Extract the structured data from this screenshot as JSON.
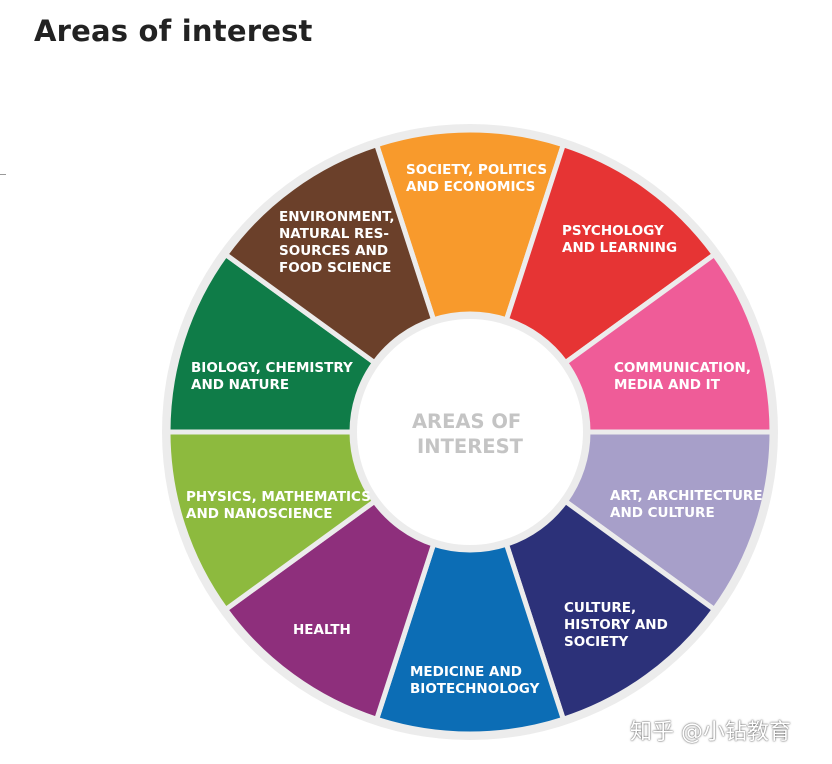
{
  "title": "Areas of interest",
  "center": {
    "lines": [
      "AREAS OF",
      "INTEREST"
    ]
  },
  "segments": [
    {
      "id": "society-politics-economics",
      "lines": [
        "SOCIETY, POLITICS",
        "AND ECONOMICS"
      ],
      "color": "#F89A2C"
    },
    {
      "id": "psychology-learning",
      "lines": [
        "PSYCHOLOGY",
        "AND LEARNING"
      ],
      "color": "#E63434"
    },
    {
      "id": "communication-media-it",
      "lines": [
        "COMMUNICATION,",
        "MEDIA AND IT"
      ],
      "color": "#EF5C98"
    },
    {
      "id": "art-architecture-culture",
      "lines": [
        "ART, ARCHITECTURE",
        "AND CULTURE"
      ],
      "color": "#A79FC9"
    },
    {
      "id": "culture-history-society",
      "lines": [
        "CULTURE,",
        "HISTORY AND",
        "SOCIETY"
      ],
      "color": "#2C3179"
    },
    {
      "id": "medicine-biotechnology",
      "lines": [
        "MEDICINE AND",
        "BIOTECHNOLOGY"
      ],
      "color": "#0C6DB5"
    },
    {
      "id": "health",
      "lines": [
        "HEALTH"
      ],
      "color": "#8E2F7C"
    },
    {
      "id": "physics-mathematics-nanoscience",
      "lines": [
        "PHYSICS, MATHEMATICS",
        "AND NANOSCIENCE"
      ],
      "color": "#8DBA3E"
    },
    {
      "id": "biology-chemistry-nature",
      "lines": [
        "BIOLOGY, CHEMISTRY",
        "AND NATURE"
      ],
      "color": "#0F7C48"
    },
    {
      "id": "environment-natural-resources-food-science",
      "lines": [
        "ENVIRONMENT,",
        "NATURAL RES-",
        "SOURCES AND",
        "FOOD SCIENCE"
      ],
      "color": "#6B402A"
    }
  ],
  "watermark": "知乎 @小钻教育"
}
